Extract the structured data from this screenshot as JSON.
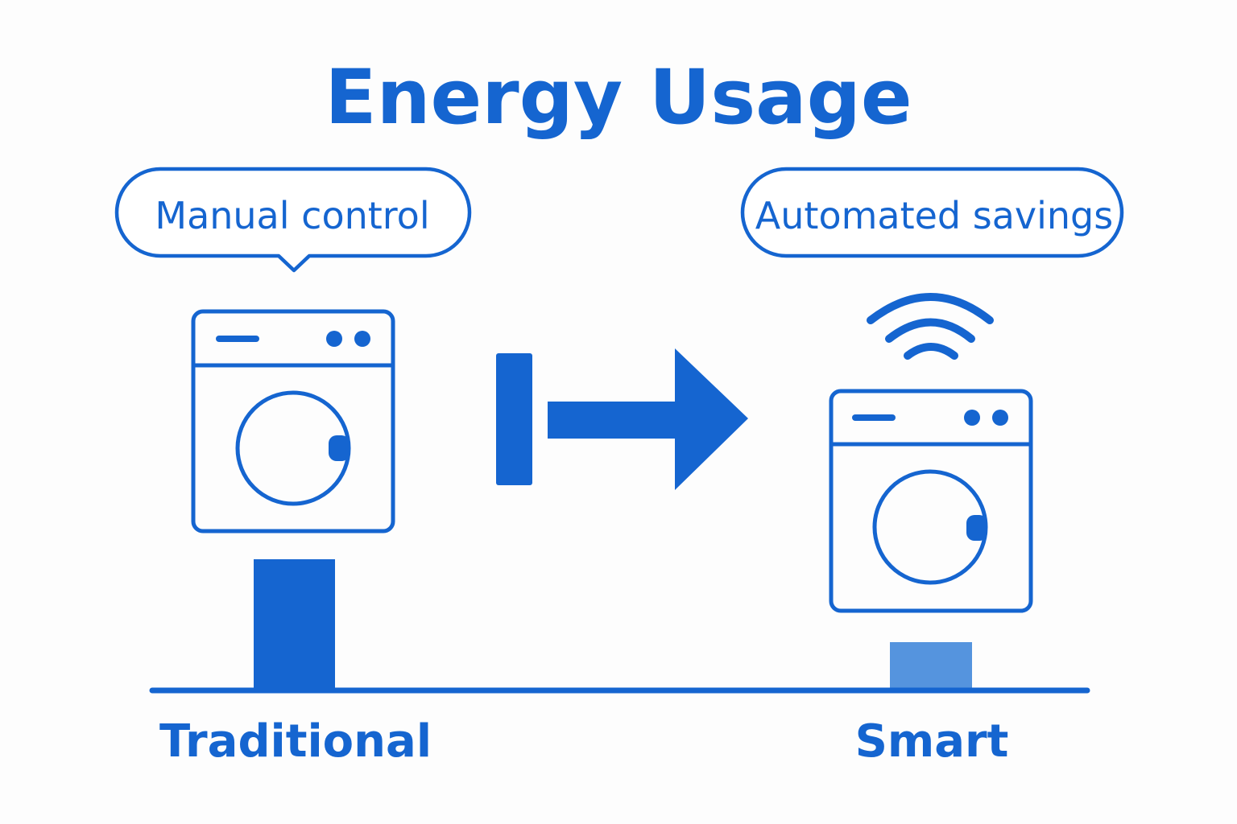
{
  "title": "Energy Usage",
  "left": {
    "bubble_label": "Manual control",
    "bar_label": "Traditional",
    "relative_energy": 1.0
  },
  "right": {
    "bubble_label": "Automated savings",
    "bar_label": "Smart",
    "relative_energy": 0.37
  },
  "icons": {
    "left_appliance": "washing-machine-icon",
    "right_appliance": "washing-machine-icon",
    "connectivity": "wifi-icon",
    "transition": "arrow-right-icon"
  },
  "colors": {
    "primary": "#1565d0",
    "smart_bar": "#5594de",
    "background": "#fdfdfd"
  }
}
